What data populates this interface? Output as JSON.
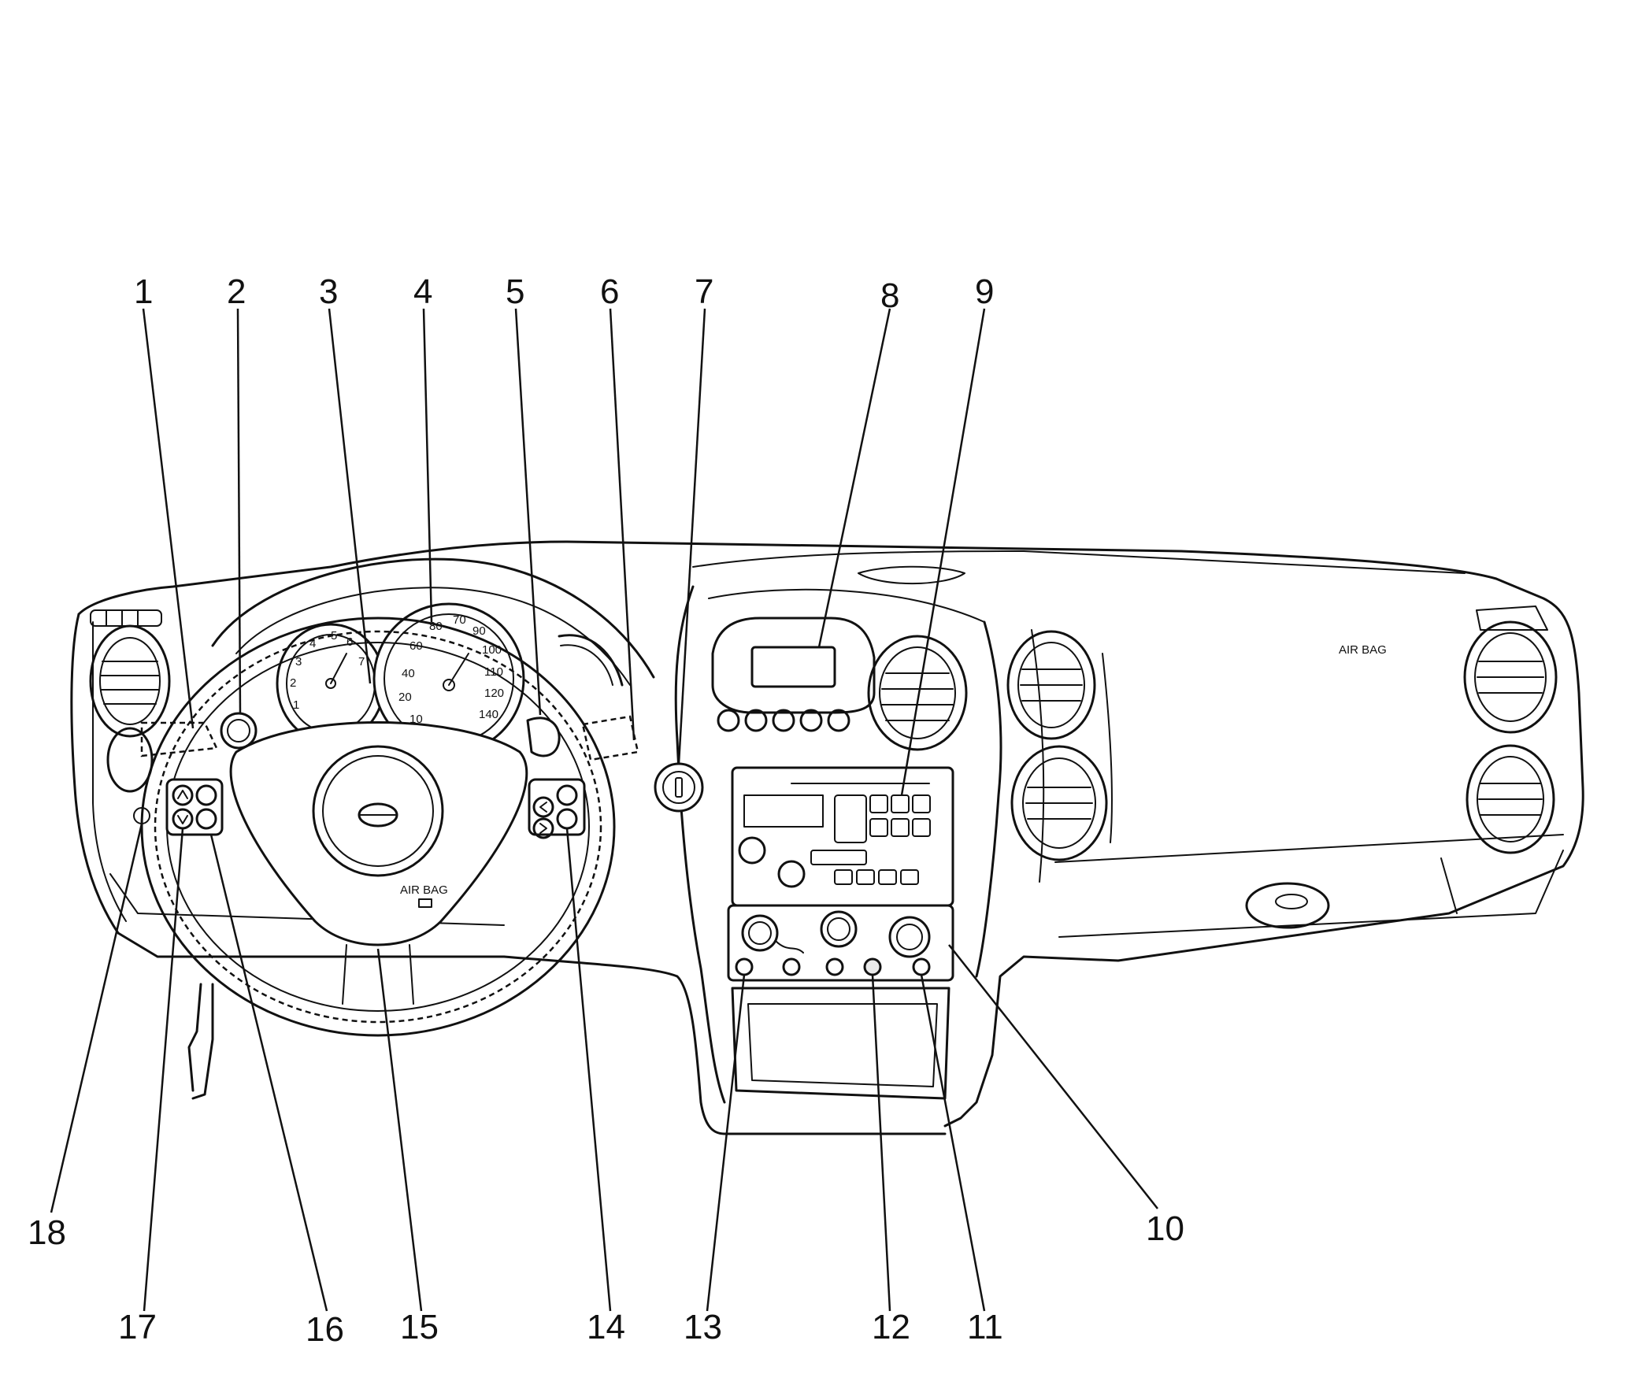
{
  "callouts": {
    "c1": "1",
    "c2": "2",
    "c3": "3",
    "c4": "4",
    "c5": "5",
    "c6": "6",
    "c7": "7",
    "c8": "8",
    "c9": "9",
    "c10": "10",
    "c11": "11",
    "c12": "12",
    "c13": "13",
    "c14": "14",
    "c15": "15",
    "c16": "16",
    "c17": "17",
    "c18": "18"
  },
  "labels": {
    "airbag_dash": "AIR BAG",
    "airbag_wheel": "AIR BAG",
    "speedo_ticks": [
      "20",
      "40",
      "60",
      "80",
      "70",
      "90",
      "100",
      "110",
      "120",
      "140",
      "10"
    ],
    "tach_ticks": [
      "1",
      "2",
      "3",
      "4",
      "5",
      "6",
      "7"
    ]
  }
}
